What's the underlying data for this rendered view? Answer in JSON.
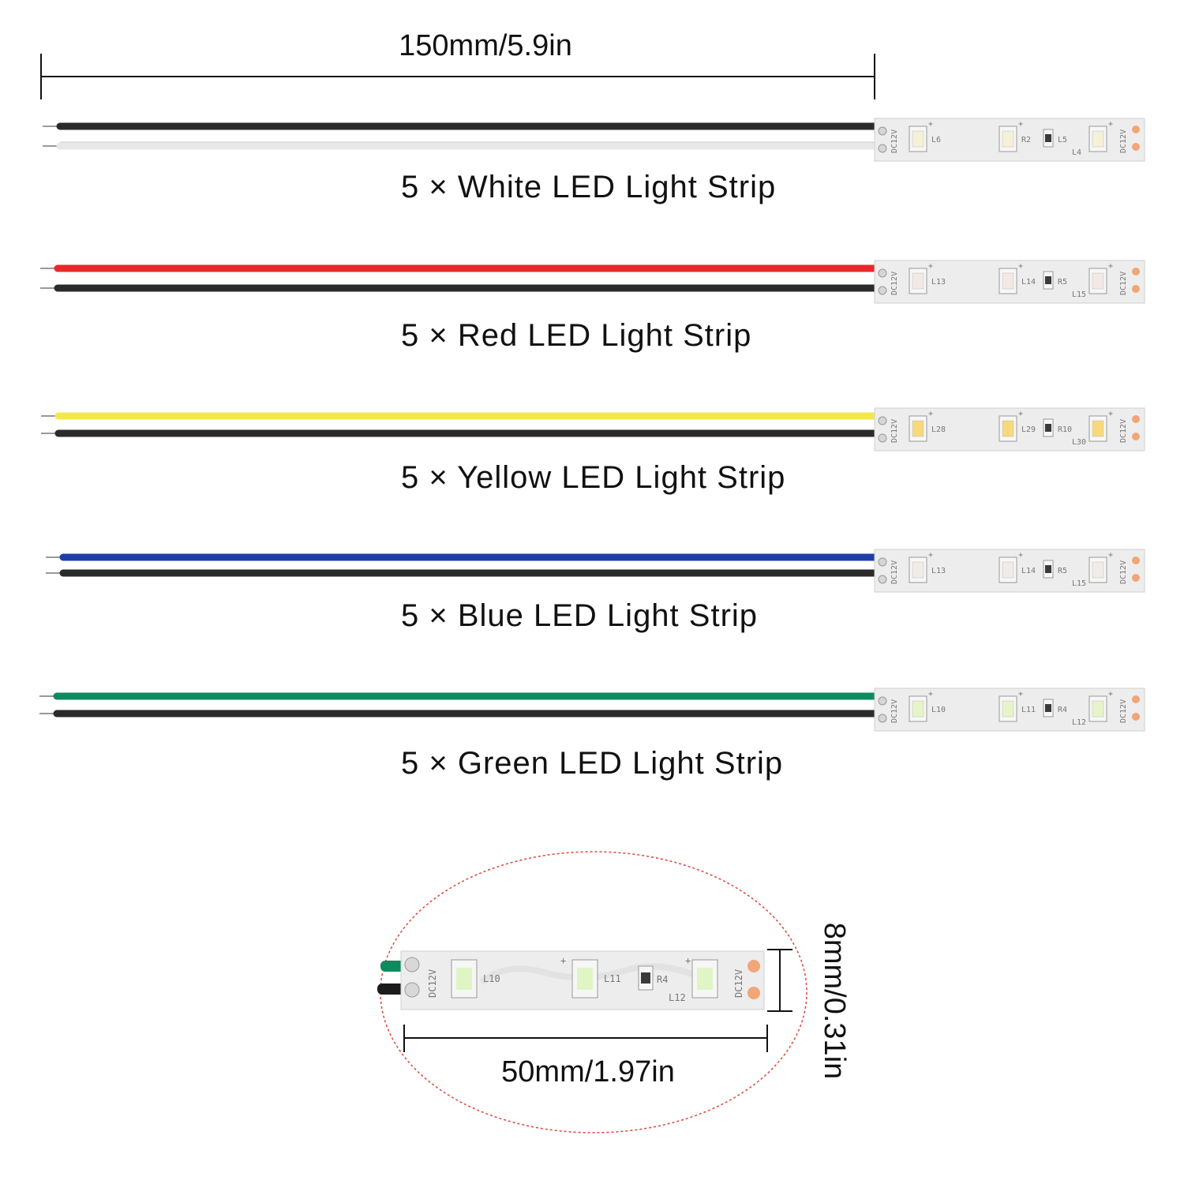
{
  "top_dimension": {
    "label": "150mm/5.9in"
  },
  "strip_pcb": {
    "voltage_marking": "DC12V",
    "polarity_marking": "+"
  },
  "strips": [
    {
      "label": "5 × White LED Light Strip",
      "wire_top": "#2a2a2a",
      "wire_bottom": "#e8e8e8",
      "led": "#f4f1d8",
      "markings": [
        "L6",
        "R2",
        "L5",
        "L4"
      ]
    },
    {
      "label": "5 × Red LED Light Strip",
      "wire_top": "#e8282b",
      "wire_bottom": "#2a2a2a",
      "led": "#f2e9e4",
      "markings": [
        "L13",
        "L14",
        "R5",
        "L15"
      ]
    },
    {
      "label": "5 × Yellow LED Light Strip",
      "wire_top": "#f3e84a",
      "wire_bottom": "#2a2a2a",
      "led": "#f7d97c",
      "markings": [
        "L28",
        "L29",
        "R10",
        "L30"
      ]
    },
    {
      "label": "5 × Blue LED Light Strip",
      "wire_top": "#1f3fa8",
      "wire_bottom": "#2a2a2a",
      "led": "#f1ece8",
      "markings": [
        "L13",
        "L14",
        "R5",
        "L15"
      ]
    },
    {
      "label": "5 × Green LED Light Strip",
      "wire_top": "#0f8a5f",
      "wire_bottom": "#2a2a2a",
      "led": "#e6f5c8",
      "markings": [
        "L10",
        "L11",
        "R4",
        "L12"
      ]
    }
  ],
  "detail": {
    "length_label": "50mm/1.97in",
    "width_label": "8mm/0.31in",
    "markings": [
      "L10",
      "L11",
      "R4",
      "L12"
    ],
    "led_color": "#dff5c4",
    "ellipse_color": "#e0443a"
  }
}
